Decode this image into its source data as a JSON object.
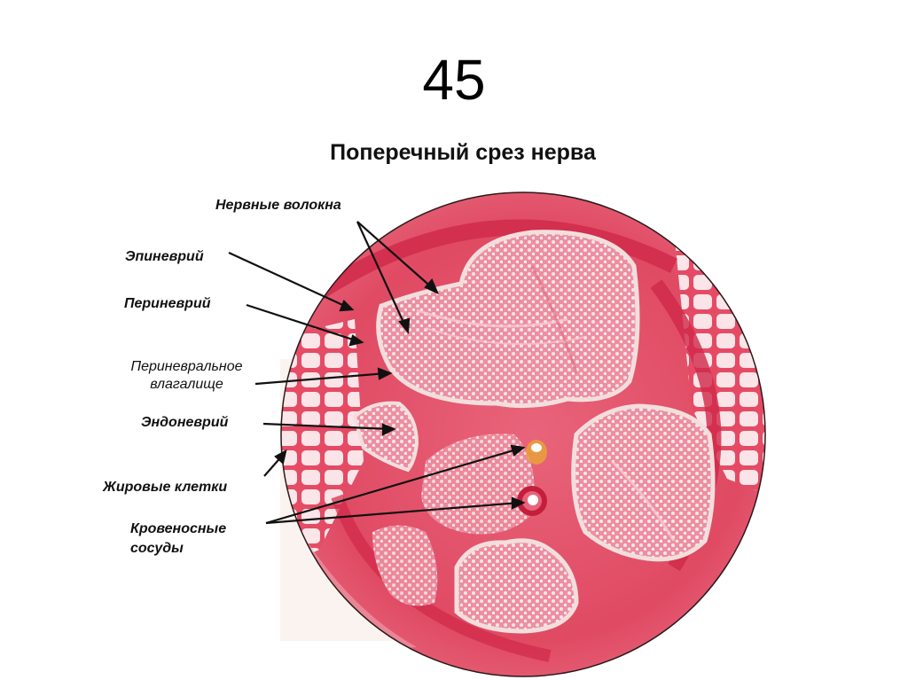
{
  "slide": {
    "number": "45",
    "title": "Поперечный срез нерва"
  },
  "labels": [
    {
      "id": "nerve-fibers",
      "text": "Нервные волокна"
    },
    {
      "id": "epineurium",
      "text": "Эпиневрий"
    },
    {
      "id": "perineurium",
      "text": "Периневрий"
    },
    {
      "id": "perineural-sheath-line1",
      "text": "Периневральное"
    },
    {
      "id": "perineural-sheath-line2",
      "text": "влагалище"
    },
    {
      "id": "endoneurium",
      "text": "Эндоневрий"
    },
    {
      "id": "fat-cells",
      "text": "Жировые клетки"
    },
    {
      "id": "blood-vessels-line1",
      "text": "Кровеносные"
    },
    {
      "id": "blood-vessels-line2",
      "text": "сосуды"
    }
  ],
  "colors": {
    "tissue_dark": "#d9304e",
    "tissue_mid": "#e8647a",
    "tissue_light": "#f4a7b4",
    "fascicle_fill": "#f2b8c2",
    "fascicle_outline": "#f4e4e2",
    "fat_cells": "#ffffff",
    "circle_border": "#2a1a1a",
    "arrow": "#111111",
    "vessel_highlight": "#e8a23a"
  }
}
